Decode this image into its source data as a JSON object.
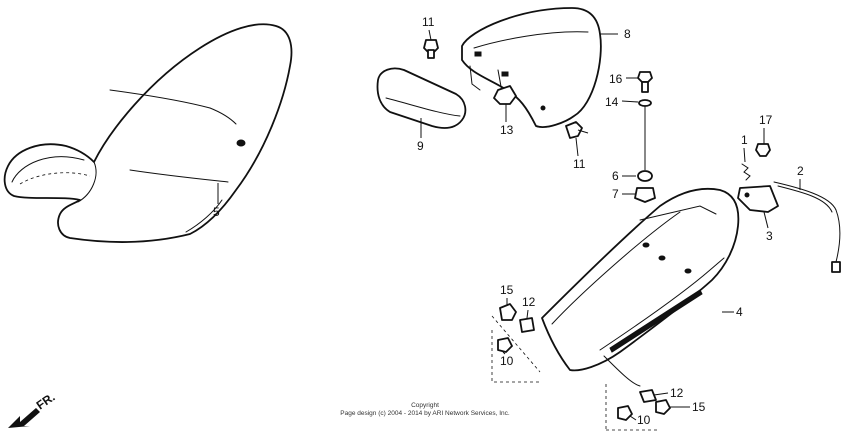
{
  "callouts": {
    "c11a": "11",
    "c8": "8",
    "c16": "16",
    "c14": "14",
    "c17": "17",
    "c1": "1",
    "c2": "2",
    "c9": "9",
    "c13": "13",
    "c11b": "11",
    "c6": "6",
    "c7": "7",
    "c3": "3",
    "c5": "5",
    "c4": "4",
    "c15a": "15",
    "c12a": "12",
    "c10a": "10",
    "c12b": "12",
    "c15b": "15",
    "c10b": "10"
  },
  "orientation": {
    "label": "FR."
  },
  "footer": {
    "title": "Copyright",
    "text": "Page design (c) 2004 - 2014 by ARI Network Services, Inc."
  }
}
